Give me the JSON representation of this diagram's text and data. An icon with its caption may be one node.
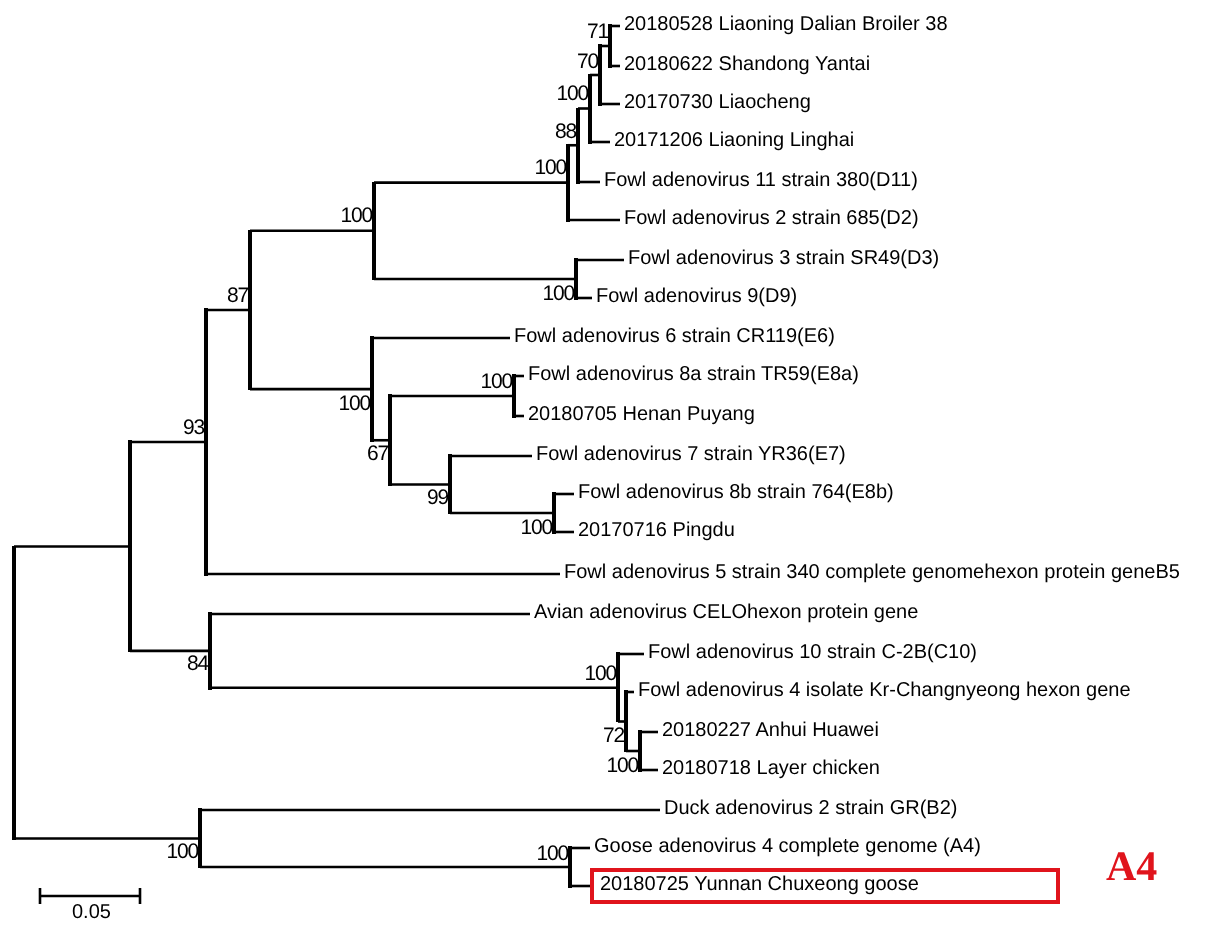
{
  "diagram": {
    "nodes": [
      {
        "text": [],
        "shape": "bar"
      },
      {
        "text": [],
        "shape": "bar"
      },
      {
        "text": [],
        "shape": "bar",
        "beside": [
          "93"
        ]
      },
      {
        "text": [],
        "shape": "bar",
        "beside": [
          "87"
        ]
      },
      {
        "text": [],
        "shape": "bar",
        "beside": [
          "100"
        ]
      },
      {
        "text": [],
        "shape": "bar",
        "beside": [
          "100"
        ]
      },
      {
        "text": [],
        "shape": "bar",
        "beside": [
          "88"
        ]
      },
      {
        "text": [],
        "shape": "bar",
        "beside": [
          "100"
        ]
      },
      {
        "text": [],
        "shape": "bar",
        "beside": [
          "70"
        ]
      },
      {
        "text": [],
        "shape": "bar",
        "beside": [
          "71"
        ]
      },
      {
        "text": [
          "20180528 Liaoning Dalian Broiler 38"
        ]
      },
      {
        "text": [
          "20180622 Shandong Yantai"
        ]
      },
      {
        "text": [
          "20170730 Liaocheng"
        ]
      },
      {
        "text": [
          "20171206 Liaoning Linghai"
        ]
      },
      {
        "text": [
          "Fowl adenovirus 11 strain 380(D11)"
        ]
      },
      {
        "text": [
          "Fowl adenovirus 2 strain 685(D2)"
        ]
      },
      {
        "text": [],
        "shape": "bar",
        "beside": [
          "100"
        ]
      },
      {
        "text": [
          "Fowl adenovirus 3 strain SR49(D3)"
        ]
      },
      {
        "text": [
          "Fowl adenovirus 9(D9)"
        ]
      },
      {
        "text": [],
        "shape": "bar",
        "beside": [
          "100"
        ]
      },
      {
        "text": [
          "Fowl adenovirus 6 strain CR119(E6)"
        ]
      },
      {
        "text": [],
        "shape": "bar",
        "beside": [
          "67"
        ]
      },
      {
        "text": [],
        "shape": "bar",
        "beside": [
          "100"
        ]
      },
      {
        "text": [
          "Fowl adenovirus 8a strain TR59(E8a)"
        ]
      },
      {
        "text": [
          "20180705 Henan Puyang"
        ]
      },
      {
        "text": [],
        "shape": "bar",
        "beside": [
          "99"
        ]
      },
      {
        "text": [
          "Fowl adenovirus 7 strain YR36(E7)"
        ]
      },
      {
        "text": [],
        "shape": "bar",
        "beside": [
          "100"
        ]
      },
      {
        "text": [
          "Fowl adenovirus 8b strain 764(E8b)"
        ]
      },
      {
        "text": [
          "20170716 Pingdu"
        ]
      },
      {
        "text": [
          "Fowl adenovirus 5 strain 340 complete genomehexon protein geneB5"
        ]
      },
      {
        "text": [],
        "shape": "bar",
        "beside": [
          "84"
        ]
      },
      {
        "text": [
          "Avian adenovirus CELOhexon protein gene"
        ]
      },
      {
        "text": [],
        "shape": "bar",
        "beside": [
          "100"
        ]
      },
      {
        "text": [
          "Fowl adenovirus 10 strain C-2B(C10)"
        ]
      },
      {
        "text": [],
        "shape": "bar",
        "beside": [
          "72"
        ]
      },
      {
        "text": [
          "Fowl adenovirus 4 isolate Kr-Changnyeong hexon gene"
        ]
      },
      {
        "text": [],
        "shape": "bar",
        "beside": [
          "100"
        ]
      },
      {
        "text": [
          "20180227 Anhui Huawei"
        ]
      },
      {
        "text": [
          "20180718 Layer chicken"
        ]
      },
      {
        "text": [],
        "shape": "bar",
        "beside": [
          "100"
        ]
      },
      {
        "text": [
          "Duck adenovirus 2 strain GR(B2)"
        ]
      },
      {
        "text": [],
        "shape": "bar",
        "beside": [
          "100"
        ]
      },
      {
        "text": [
          "Goose adenovirus 4 complete genome (A4)"
        ]
      },
      {
        "text": [
          "20180725 Yunnan Chuxeong goose"
        ]
      }
    ],
    "edges": [
      {
        "from": 0,
        "to": 1,
        "arrow": "none"
      },
      {
        "from": 0,
        "to": 40,
        "arrow": "none"
      },
      {
        "from": 1,
        "to": 2,
        "arrow": "none"
      },
      {
        "from": 1,
        "to": 31,
        "arrow": "none"
      },
      {
        "from": 2,
        "to": 3,
        "arrow": "none"
      },
      {
        "from": 2,
        "to": 30,
        "arrow": "none"
      },
      {
        "from": 3,
        "to": 4,
        "arrow": "none"
      },
      {
        "from": 3,
        "to": 19,
        "arrow": "none"
      },
      {
        "from": 4,
        "to": 5,
        "arrow": "none"
      },
      {
        "from": 4,
        "to": 16,
        "arrow": "none"
      },
      {
        "from": 5,
        "to": 6,
        "arrow": "none"
      },
      {
        "from": 5,
        "to": 15,
        "arrow": "none"
      },
      {
        "from": 6,
        "to": 7,
        "arrow": "none"
      },
      {
        "from": 6,
        "to": 14,
        "arrow": "none"
      },
      {
        "from": 7,
        "to": 8,
        "arrow": "none"
      },
      {
        "from": 7,
        "to": 13,
        "arrow": "none"
      },
      {
        "from": 8,
        "to": 9,
        "arrow": "none"
      },
      {
        "from": 8,
        "to": 12,
        "arrow": "none"
      },
      {
        "from": 9,
        "to": 10,
        "arrow": "none"
      },
      {
        "from": 9,
        "to": 11,
        "arrow": "none"
      },
      {
        "from": 16,
        "to": 17,
        "arrow": "none"
      },
      {
        "from": 16,
        "to": 18,
        "arrow": "none"
      },
      {
        "from": 19,
        "to": 20,
        "arrow": "none"
      },
      {
        "from": 19,
        "to": 21,
        "arrow": "none"
      },
      {
        "from": 21,
        "to": 22,
        "arrow": "none"
      },
      {
        "from": 21,
        "to": 25,
        "arrow": "none"
      },
      {
        "from": 22,
        "to": 23,
        "arrow": "none"
      },
      {
        "from": 22,
        "to": 24,
        "arrow": "none"
      },
      {
        "from": 25,
        "to": 26,
        "arrow": "none"
      },
      {
        "from": 25,
        "to": 27,
        "arrow": "none"
      },
      {
        "from": 27,
        "to": 28,
        "arrow": "none"
      },
      {
        "from": 27,
        "to": 29,
        "arrow": "none"
      },
      {
        "from": 31,
        "to": 32,
        "arrow": "none"
      },
      {
        "from": 31,
        "to": 33,
        "arrow": "none"
      },
      {
        "from": 33,
        "to": 34,
        "arrow": "none"
      },
      {
        "from": 33,
        "to": 35,
        "arrow": "none"
      },
      {
        "from": 35,
        "to": 36,
        "arrow": "none"
      },
      {
        "from": 35,
        "to": 37,
        "arrow": "none"
      },
      {
        "from": 37,
        "to": 38,
        "arrow": "none"
      },
      {
        "from": 37,
        "to": 39,
        "arrow": "none"
      },
      {
        "from": 40,
        "to": 41,
        "arrow": "none"
      },
      {
        "from": 40,
        "to": 42,
        "arrow": "none"
      },
      {
        "from": 42,
        "to": 43,
        "arrow": "none"
      },
      {
        "from": 42,
        "to": 44,
        "arrow": "none"
      }
    ],
    "labels": [
      "A4",
      "0.05"
    ]
  }
}
